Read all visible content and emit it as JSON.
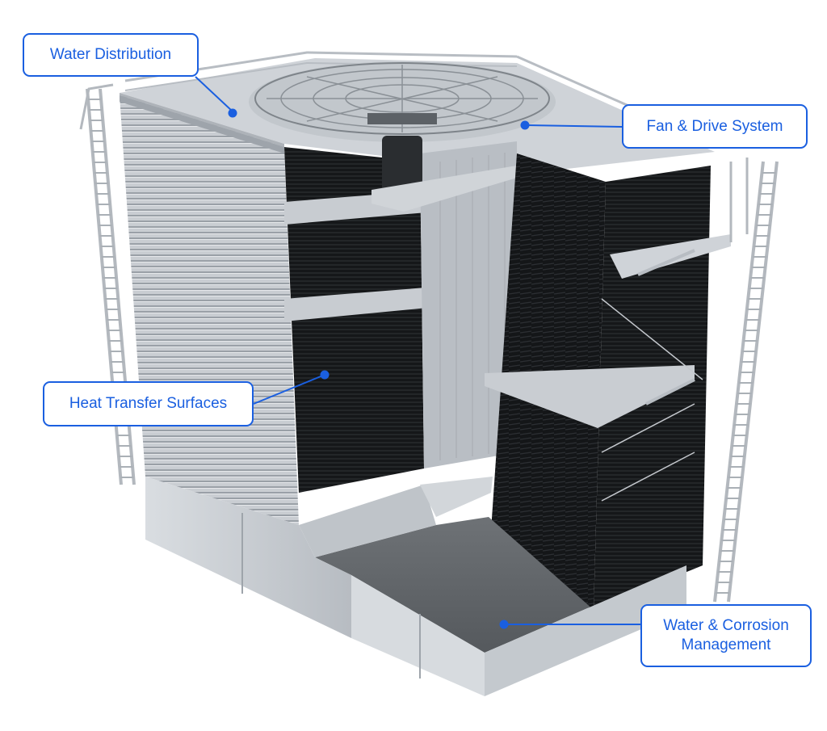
{
  "figure": {
    "subject": "cooling tower cutaway",
    "colors": {
      "accent": "#1a5fe0",
      "background": "#ffffff"
    }
  },
  "callouts": {
    "water_distribution": {
      "label": "Water Distribution"
    },
    "fan_drive": {
      "label": "Fan & Drive System"
    },
    "heat_transfer": {
      "label": "Heat Transfer Surfaces"
    },
    "water_corrosion": {
      "line1": "Water & Corrosion",
      "line2": "Management"
    }
  }
}
